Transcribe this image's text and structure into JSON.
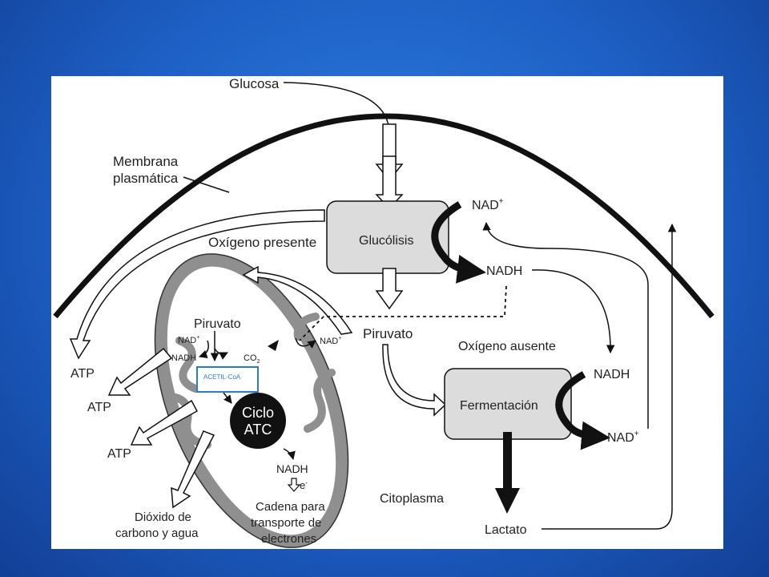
{
  "diagram": {
    "glucosa": "Glucosa",
    "membrana_1": "Membrana",
    "membrana_2": "plasmática",
    "glucolisis": "Glucólisis",
    "nad_plus_top": "NAD",
    "nadh_top": "NADH",
    "oxigeno_presente": "Oxígeno presente",
    "piruvato_center": "Piruvato",
    "piruvato_mito": "Piruvato",
    "nad_mito": "NAD",
    "nadh_mito": "NADH",
    "co2": "CO",
    "co2_sub": "2",
    "nad_small": "NAD",
    "acetil_coa": "ACETIL-CoA",
    "ciclo_1": "Ciclo",
    "ciclo_2": "ATC",
    "nadh_lower": "NADH",
    "electron": "e",
    "cadena_1": "Cadena para",
    "cadena_2": "transporte de",
    "cadena_3": "electrones",
    "atp_1": "ATP",
    "atp_2": "ATP",
    "atp_3": "ATP",
    "dioxido_1": "Dióxido de",
    "dioxido_2": "carbono y agua",
    "oxigeno_ausente": "Oxígeno ausente",
    "fermentacion": "Fermentación",
    "nadh_ferm": "NADH",
    "nad_ferm": "NAD",
    "citoplasma": "Citoplasma",
    "lactato": "Lactato",
    "plus": "+",
    "minus": "-"
  },
  "colors": {
    "background": "#1d5fc4",
    "panel": "#ffffff",
    "box_fill": "#dcdcdc",
    "mito_fill": "#8f8f8f",
    "ink": "#111111",
    "acetil_border": "#2a7bd4"
  }
}
